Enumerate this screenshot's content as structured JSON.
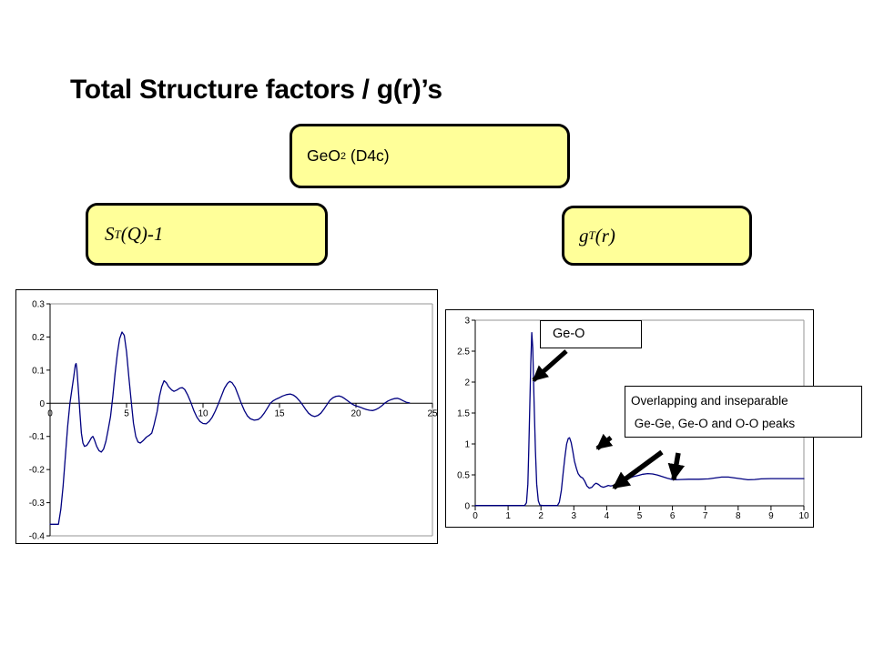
{
  "slide": {
    "title": "Total Structure factors / g(r)’s"
  },
  "boxes": {
    "geo2": {
      "prefix": "GeO",
      "sub": "2",
      "suffix": " (D4c)"
    },
    "stq": {
      "main": "S",
      "sub": "T",
      "rest": "(Q)-1"
    },
    "gtr": {
      "main": "g",
      "sub": "T",
      "rest": "(r)"
    }
  },
  "annotations": {
    "geo_label": "Ge-O",
    "overlap_line1": "Overlapping and inseparable",
    "overlap_line2": " Ge-Ge, Ge-O and O-O peaks"
  },
  "colors": {
    "series_line": "#000080",
    "plot_border": "#969696",
    "axis": "#000000",
    "box_fill": "#ffff99",
    "box_border": "#000000"
  },
  "chart_data": [
    {
      "id": "sq",
      "type": "line",
      "title": "",
      "xlabel": "",
      "ylabel": "",
      "xlim": [
        0,
        25
      ],
      "ylim": [
        -0.4,
        0.3
      ],
      "x_ticks": [
        "0",
        "5",
        "10",
        "15",
        "20",
        "25"
      ],
      "y_ticks": [
        "0.3",
        "0.2",
        "0.1",
        "0",
        "-0.1",
        "-0.2",
        "-0.3",
        "-0.4"
      ],
      "grid": false,
      "legend": "none",
      "series": [
        {
          "name": "ST(Q)-1",
          "color": "#000080",
          "points": [
            [
              0,
              -0.365
            ],
            [
              0.55,
              -0.365
            ],
            [
              0.7,
              -0.32
            ],
            [
              0.85,
              -0.25
            ],
            [
              1.0,
              -0.16
            ],
            [
              1.15,
              -0.07
            ],
            [
              1.3,
              0.0
            ],
            [
              1.45,
              0.05
            ],
            [
              1.55,
              0.08
            ],
            [
              1.65,
              0.115
            ],
            [
              1.7,
              0.12
            ],
            [
              1.75,
              0.105
            ],
            [
              1.85,
              0.04
            ],
            [
              1.95,
              -0.03
            ],
            [
              2.05,
              -0.09
            ],
            [
              2.15,
              -0.12
            ],
            [
              2.25,
              -0.13
            ],
            [
              2.4,
              -0.127
            ],
            [
              2.55,
              -0.117
            ],
            [
              2.7,
              -0.104
            ],
            [
              2.8,
              -0.1
            ],
            [
              2.9,
              -0.11
            ],
            [
              3.05,
              -0.13
            ],
            [
              3.2,
              -0.143
            ],
            [
              3.35,
              -0.147
            ],
            [
              3.5,
              -0.138
            ],
            [
              3.65,
              -0.115
            ],
            [
              3.8,
              -0.08
            ],
            [
              3.95,
              -0.04
            ],
            [
              4.1,
              0.02
            ],
            [
              4.25,
              0.09
            ],
            [
              4.4,
              0.15
            ],
            [
              4.55,
              0.195
            ],
            [
              4.7,
              0.215
            ],
            [
              4.85,
              0.205
            ],
            [
              5.0,
              0.155
            ],
            [
              5.15,
              0.08
            ],
            [
              5.3,
              0.01
            ],
            [
              5.45,
              -0.06
            ],
            [
              5.6,
              -0.1
            ],
            [
              5.75,
              -0.117
            ],
            [
              5.9,
              -0.12
            ],
            [
              6.1,
              -0.112
            ],
            [
              6.3,
              -0.102
            ],
            [
              6.5,
              -0.096
            ],
            [
              6.65,
              -0.09
            ],
            [
              6.8,
              -0.065
            ],
            [
              7.0,
              -0.025
            ],
            [
              7.15,
              0.02
            ],
            [
              7.3,
              0.05
            ],
            [
              7.45,
              0.068
            ],
            [
              7.6,
              0.062
            ],
            [
              7.75,
              0.05
            ],
            [
              7.95,
              0.04
            ],
            [
              8.1,
              0.036
            ],
            [
              8.3,
              0.04
            ],
            [
              8.5,
              0.046
            ],
            [
              8.65,
              0.047
            ],
            [
              8.8,
              0.042
            ],
            [
              9.0,
              0.025
            ],
            [
              9.2,
              0.003
            ],
            [
              9.4,
              -0.022
            ],
            [
              9.6,
              -0.042
            ],
            [
              9.8,
              -0.055
            ],
            [
              10.0,
              -0.061
            ],
            [
              10.2,
              -0.062
            ],
            [
              10.4,
              -0.055
            ],
            [
              10.6,
              -0.042
            ],
            [
              10.8,
              -0.024
            ],
            [
              11.0,
              -0.002
            ],
            [
              11.2,
              0.022
            ],
            [
              11.4,
              0.045
            ],
            [
              11.6,
              0.06
            ],
            [
              11.75,
              0.066
            ],
            [
              11.9,
              0.062
            ],
            [
              12.1,
              0.048
            ],
            [
              12.3,
              0.025
            ],
            [
              12.5,
              0.0
            ],
            [
              12.7,
              -0.022
            ],
            [
              12.9,
              -0.038
            ],
            [
              13.1,
              -0.047
            ],
            [
              13.35,
              -0.051
            ],
            [
              13.6,
              -0.049
            ],
            [
              13.8,
              -0.042
            ],
            [
              14.0,
              -0.03
            ],
            [
              14.2,
              -0.015
            ],
            [
              14.4,
              0.0
            ],
            [
              14.6,
              0.008
            ],
            [
              14.8,
              0.013
            ],
            [
              15.0,
              0.017
            ],
            [
              15.2,
              0.022
            ],
            [
              15.45,
              0.026
            ],
            [
              15.7,
              0.028
            ],
            [
              15.9,
              0.025
            ],
            [
              16.1,
              0.018
            ],
            [
              16.3,
              0.008
            ],
            [
              16.5,
              -0.004
            ],
            [
              16.7,
              -0.018
            ],
            [
              16.9,
              -0.03
            ],
            [
              17.1,
              -0.037
            ],
            [
              17.3,
              -0.04
            ],
            [
              17.5,
              -0.037
            ],
            [
              17.7,
              -0.03
            ],
            [
              17.9,
              -0.018
            ],
            [
              18.1,
              -0.004
            ],
            [
              18.3,
              0.009
            ],
            [
              18.5,
              0.017
            ],
            [
              18.7,
              0.021
            ],
            [
              18.9,
              0.022
            ],
            [
              19.1,
              0.019
            ],
            [
              19.3,
              0.013
            ],
            [
              19.5,
              0.006
            ],
            [
              19.7,
              -0.001
            ],
            [
              19.9,
              -0.006
            ],
            [
              20.1,
              -0.009
            ],
            [
              20.3,
              -0.012
            ],
            [
              20.5,
              -0.016
            ],
            [
              20.7,
              -0.019
            ],
            [
              20.9,
              -0.021
            ],
            [
              21.1,
              -0.022
            ],
            [
              21.3,
              -0.019
            ],
            [
              21.5,
              -0.014
            ],
            [
              21.7,
              -0.007
            ],
            [
              21.9,
              0.001
            ],
            [
              22.1,
              0.007
            ],
            [
              22.3,
              0.011
            ],
            [
              22.5,
              0.014
            ],
            [
              22.7,
              0.015
            ],
            [
              22.9,
              0.012
            ],
            [
              23.1,
              0.007
            ],
            [
              23.3,
              0.003
            ],
            [
              23.5,
              0.001
            ]
          ]
        }
      ]
    },
    {
      "id": "gr",
      "type": "line",
      "title": "",
      "xlabel": "",
      "ylabel": "",
      "xlim": [
        0,
        10
      ],
      "ylim": [
        0,
        3
      ],
      "x_ticks": [
        "0",
        "1",
        "2",
        "3",
        "4",
        "5",
        "6",
        "7",
        "8",
        "9",
        "10"
      ],
      "y_ticks": [
        "3",
        "2.5",
        "2",
        "1.5",
        "1",
        "0.5",
        "0"
      ],
      "grid": false,
      "legend": "none",
      "series": [
        {
          "name": "gT(r)",
          "color": "#000080",
          "points": [
            [
              0,
              0.005
            ],
            [
              1.5,
              0.005
            ],
            [
              1.56,
              0.05
            ],
            [
              1.6,
              0.35
            ],
            [
              1.63,
              0.9
            ],
            [
              1.66,
              1.6
            ],
            [
              1.69,
              2.3
            ],
            [
              1.72,
              2.8
            ],
            [
              1.75,
              2.55
            ],
            [
              1.79,
              1.7
            ],
            [
              1.83,
              0.9
            ],
            [
              1.87,
              0.35
            ],
            [
              1.92,
              0.08
            ],
            [
              1.97,
              0.01
            ],
            [
              2.05,
              0.005
            ],
            [
              2.5,
              0.005
            ],
            [
              2.56,
              0.06
            ],
            [
              2.62,
              0.25
            ],
            [
              2.68,
              0.55
            ],
            [
              2.73,
              0.8
            ],
            [
              2.78,
              1.0
            ],
            [
              2.83,
              1.09
            ],
            [
              2.87,
              1.1
            ],
            [
              2.92,
              1.02
            ],
            [
              2.97,
              0.88
            ],
            [
              3.02,
              0.72
            ],
            [
              3.08,
              0.6
            ],
            [
              3.13,
              0.52
            ],
            [
              3.2,
              0.47
            ],
            [
              3.27,
              0.45
            ],
            [
              3.33,
              0.4
            ],
            [
              3.4,
              0.32
            ],
            [
              3.47,
              0.285
            ],
            [
              3.55,
              0.3
            ],
            [
              3.62,
              0.345
            ],
            [
              3.68,
              0.365
            ],
            [
              3.75,
              0.345
            ],
            [
              3.82,
              0.315
            ],
            [
              3.9,
              0.3
            ],
            [
              3.98,
              0.315
            ],
            [
              4.05,
              0.33
            ],
            [
              4.12,
              0.32
            ],
            [
              4.2,
              0.33
            ],
            [
              4.35,
              0.37
            ],
            [
              4.5,
              0.41
            ],
            [
              4.65,
              0.44
            ],
            [
              4.8,
              0.47
            ],
            [
              4.95,
              0.49
            ],
            [
              5.1,
              0.51
            ],
            [
              5.25,
              0.52
            ],
            [
              5.4,
              0.515
            ],
            [
              5.55,
              0.495
            ],
            [
              5.7,
              0.47
            ],
            [
              5.85,
              0.445
            ],
            [
              6.0,
              0.425
            ],
            [
              6.1,
              0.42
            ],
            [
              6.25,
              0.425
            ],
            [
              6.5,
              0.43
            ],
            [
              6.8,
              0.43
            ],
            [
              7.1,
              0.435
            ],
            [
              7.3,
              0.45
            ],
            [
              7.5,
              0.465
            ],
            [
              7.7,
              0.465
            ],
            [
              7.9,
              0.45
            ],
            [
              8.1,
              0.435
            ],
            [
              8.3,
              0.42
            ],
            [
              8.5,
              0.425
            ],
            [
              8.7,
              0.435
            ],
            [
              9.0,
              0.44
            ],
            [
              9.5,
              0.44
            ],
            [
              10.0,
              0.44
            ]
          ]
        }
      ]
    }
  ]
}
